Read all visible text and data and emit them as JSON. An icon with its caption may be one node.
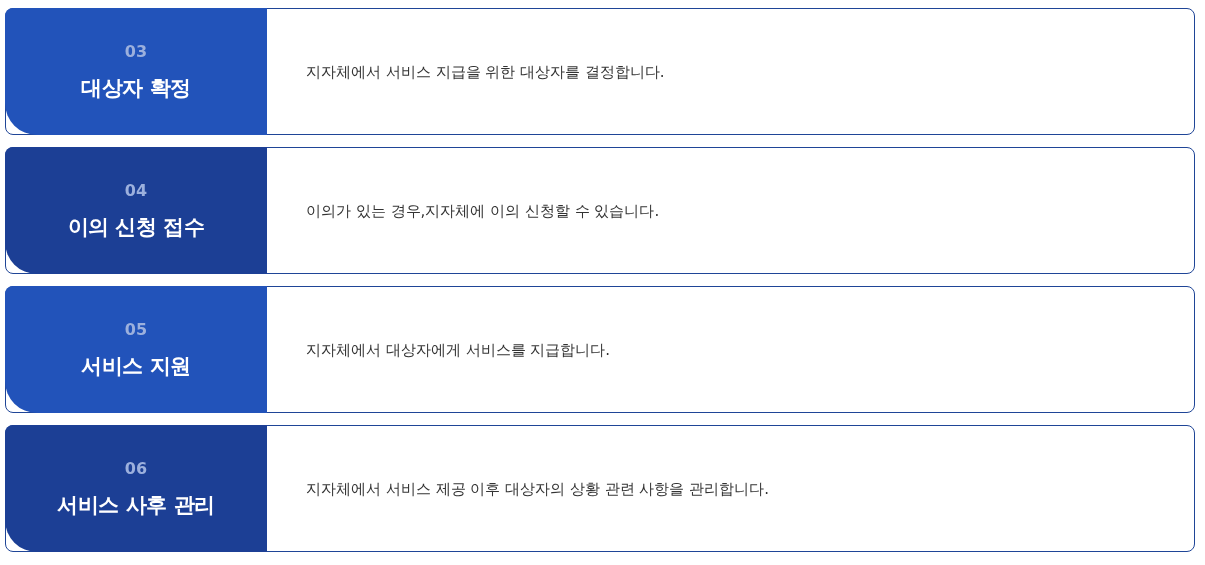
{
  "diagram": {
    "nodes": [
      {
        "text": [
          "지자체에서 서비스 지급을 위한 대상자를 결정합니다."
        ]
      },
      {
        "text": [
          "03",
          "대상자 확정"
        ],
        "in": 0
      },
      {
        "text": [
          "이의가 있는 경우,지자체에 이의 신청할 수 있습니다."
        ]
      },
      {
        "text": [
          "04",
          "이의 신청 접수"
        ],
        "in": 2
      },
      {
        "text": [
          "지자체에서 대상자에게 서비스를 지급합니다."
        ]
      },
      {
        "text": [
          "05",
          "서비스 지원"
        ],
        "in": 4
      },
      {
        "text": [
          "지자체에서 서비스 제공 이후 대상자의 상황 관련 사항을 관리합니다."
        ]
      },
      {
        "text": [
          "06",
          "서비스 사후 관리"
        ],
        "in": 6
      }
    ]
  }
}
